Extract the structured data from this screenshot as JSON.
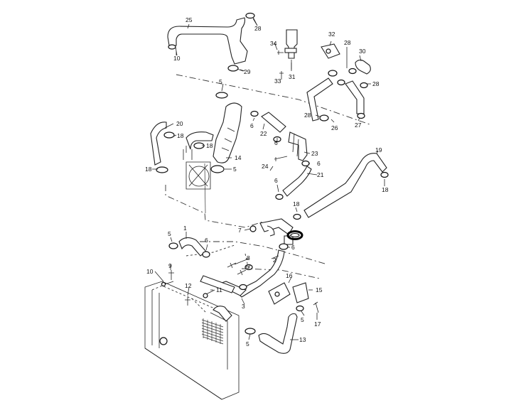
{
  "labels": {
    "p1": "1",
    "p2": "2",
    "p3": "3",
    "p5a": "5",
    "p5b": "5",
    "p5c": "5",
    "p5d": "5",
    "p5e": "5",
    "p6a": "6",
    "p6b": "6",
    "p6c": "6",
    "p6d": "6",
    "p6e": "6",
    "p6f": "6",
    "p7": "7",
    "p8": "8",
    "p9": "9",
    "p10a": "10",
    "p10b": "10",
    "p11": "11",
    "p12": "12",
    "p13": "13",
    "p14": "14",
    "p15": "15",
    "p16": "16",
    "p17": "17",
    "p18a": "18",
    "p18b": "18",
    "p18c": "18",
    "p18d": "18",
    "p18e": "18",
    "p19": "19",
    "p20": "20",
    "p21": "21",
    "p22": "22",
    "p23": "23",
    "p24": "24",
    "p25": "25",
    "p26": "26",
    "p27": "27",
    "p28a": "28",
    "p28b": "28",
    "p28c": "28",
    "p28d": "28",
    "p29": "29",
    "p30": "30",
    "p31": "31",
    "p32": "32",
    "p33": "33",
    "p34": "34"
  },
  "highlight": {
    "color": "#000000"
  }
}
